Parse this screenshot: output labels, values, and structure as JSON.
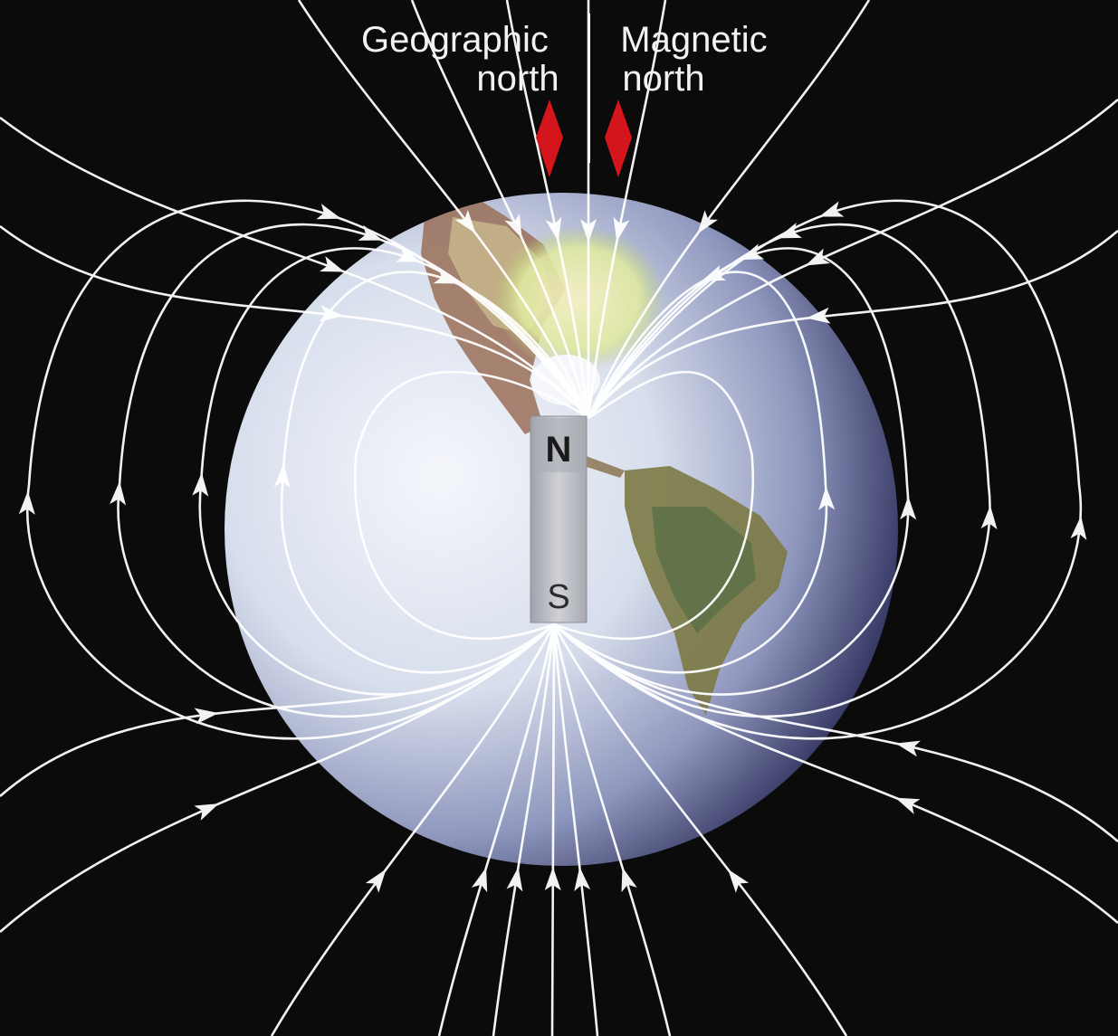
{
  "labels": {
    "geographic_north": [
      "Geographic",
      "north"
    ],
    "magnetic_north": [
      "Magnetic",
      "north"
    ],
    "magnet_north_pole": "N",
    "magnet_south_pole": "S"
  },
  "colors": {
    "background": "#0b0b0b",
    "field_lines": "#ffffff",
    "north_arrows": "#d4161c",
    "magnet": "#b9bcc4",
    "globe_light": "#eef1f7",
    "globe_dark": "#2c2f56",
    "land": "#8a7a4a"
  },
  "icons": [
    "globe-icon",
    "bar-magnet-icon",
    "field-line-arrow-icon",
    "north-pointer-icon"
  ]
}
